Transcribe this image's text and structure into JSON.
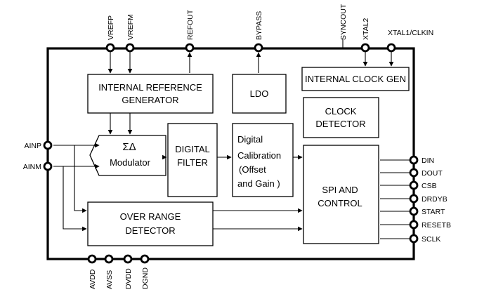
{
  "blocks": {
    "internal_reference": [
      "INTERNAL REFERENCE",
      "GENERATOR"
    ],
    "ldo": "LDO",
    "internal_clock_gen": "INTERNAL CLOCK  GEN",
    "clock_detector": [
      "CLOCK",
      "DETECTOR"
    ],
    "modulator": [
      "ΣΔ",
      "Modulator"
    ],
    "digital_filter": [
      "DIGITAL",
      "FILTER"
    ],
    "digital_calibration": [
      "Digital",
      "Calibration",
      "(Offset",
      " and Gain )"
    ],
    "spi_control": [
      "SPI  AND",
      "CONTROL"
    ],
    "over_range_detector": [
      "OVER RANGE",
      "DETECTOR"
    ]
  },
  "pins": {
    "top": [
      "VREFP",
      "VREFM",
      "REFOUT",
      "BYPASS",
      "SYNCOUT",
      "XTAL2",
      "XTAL1/CLKIN"
    ],
    "left": [
      "AINP",
      "AINM"
    ],
    "right": [
      "DIN",
      "DOUT",
      "CSB",
      "DRDYB",
      "START",
      "RESETB",
      "SCLK"
    ],
    "bottom": [
      "AVDD",
      "AVSS",
      "DVDD",
      "DGND"
    ]
  }
}
